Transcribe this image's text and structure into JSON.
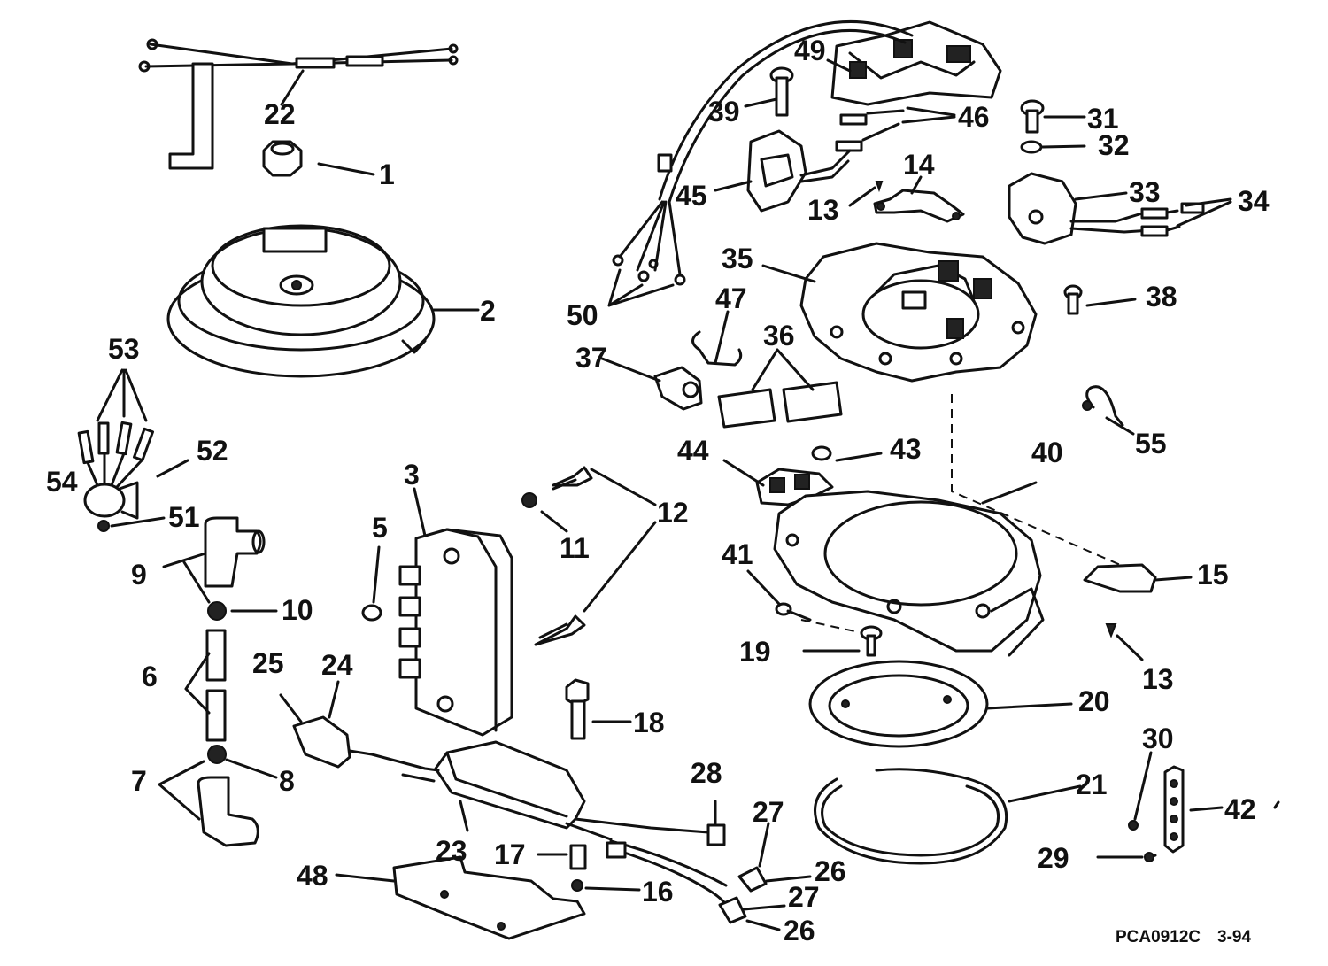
{
  "callouts": {
    "c1": "1",
    "c2": "2",
    "c3": "3",
    "c5": "5",
    "c6": "6",
    "c7": "7",
    "c8": "8",
    "c9": "9",
    "c10": "10",
    "c11": "11",
    "c12": "12",
    "c13a": "13",
    "c13b": "13",
    "c14": "14",
    "c15": "15",
    "c16": "16",
    "c17": "17",
    "c18": "18",
    "c19": "19",
    "c20": "20",
    "c21": "21",
    "c22": "22",
    "c23": "23",
    "c24": "24",
    "c25": "25",
    "c26a": "26",
    "c26b": "26",
    "c27a": "27",
    "c27b": "27",
    "c28": "28",
    "c29": "29",
    "c30": "30",
    "c31": "31",
    "c32": "32",
    "c33": "33",
    "c34": "34",
    "c35": "35",
    "c36": "36",
    "c37": "37",
    "c38": "38",
    "c39": "39",
    "c40": "40",
    "c41": "41",
    "c42": "42",
    "c43": "43",
    "c44": "44",
    "c45": "45",
    "c46": "46",
    "c47": "47",
    "c48": "48",
    "c49": "49",
    "c50": "50",
    "c51": "51",
    "c52": "52",
    "c53": "53",
    "c54": "54",
    "c55": "55"
  },
  "footer": {
    "drawing_code": "PCA0912C",
    "revision_date": "3-94"
  }
}
